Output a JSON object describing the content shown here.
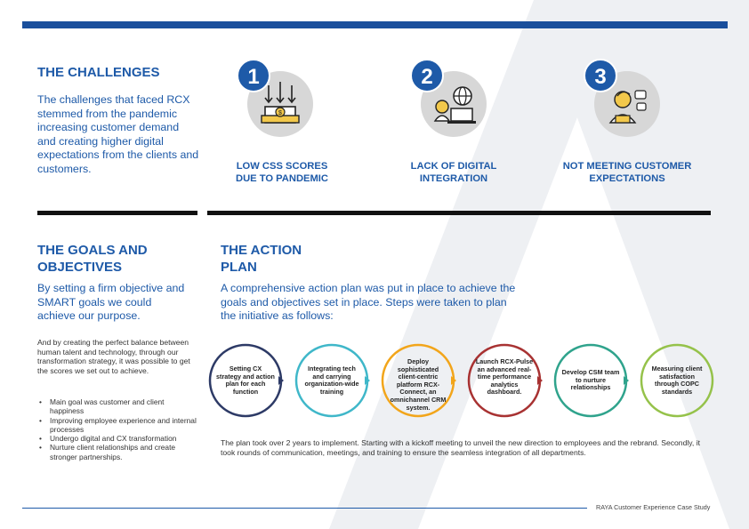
{
  "challenges_section": {
    "title": "THE CHALLENGES",
    "description": "The challenges that faced RCX stemmed from the pandemic increasing customer demand and creating higher digital expectations from the clients and customers."
  },
  "challenges": [
    {
      "number": "1",
      "label_line1": "LOW CSS SCORES",
      "label_line2": "DUE TO PANDEMIC",
      "icon": "falling-money-icon"
    },
    {
      "number": "2",
      "label_line1": "LACK OF DIGITAL",
      "label_line2": "INTEGRATION",
      "icon": "globe-computer-icon"
    },
    {
      "number": "3",
      "label_line1": "NOT MEETING CUSTOMER",
      "label_line2": "EXPECTATIONS",
      "icon": "frustrated-person-icon"
    }
  ],
  "goals_section": {
    "title_line1": "THE GOALS AND",
    "title_line2": "OBJECTIVES",
    "lead": "By setting a firm objective and SMART goals we could achieve our purpose.",
    "body": "And by creating the perfect balance between human talent and technology, through our transformation strategy, it was possible to get the scores we set out to achieve.",
    "bullets": [
      "Main goal was customer and client happiness",
      "Improving employee experience and internal processes",
      "Undergo digital and CX transformation",
      "Nurture client relationships and create stronger partnerships."
    ]
  },
  "action_section": {
    "title_line1": "THE ACTION",
    "title_line2": "PLAN",
    "lead": "A comprehensive action plan was put in place to achieve the goals and objectives set in place. Steps were taken to plan the initiative as follows:",
    "steps": [
      {
        "text": "Setting CX strategy and action plan for each function",
        "color": "#2d3a66"
      },
      {
        "text": "Integrating tech and carrying organization-wide training",
        "color": "#3fb7c9"
      },
      {
        "text": "Deploy sophisticated client-centric platform RCX-Connect, an omnichannel CRM system.",
        "color": "#f2a51a"
      },
      {
        "text": "Launch RCX-Pulse an advanced real-time performance analytics dashboard.",
        "color": "#a83232"
      },
      {
        "text": "Develop CSM team to nurture relationships",
        "color": "#2fa38c"
      },
      {
        "text": "Measuring client satisfaction through COPC standards",
        "color": "#95c24a"
      }
    ],
    "summary": "The plan took over 2 years to implement. Starting with a kickoff meeting to unveil the new direction to employees and the rebrand. Secondly, it took rounds of communication, meetings, and training to ensure the seamless integration of all departments."
  },
  "footer": {
    "text": "RAYA Customer Experience Case Study"
  },
  "colors": {
    "brand_blue": "#1e5aa8",
    "top_bar": "#1a4f9c",
    "divider": "#111111",
    "icon_bg": "#d7d7d7"
  }
}
